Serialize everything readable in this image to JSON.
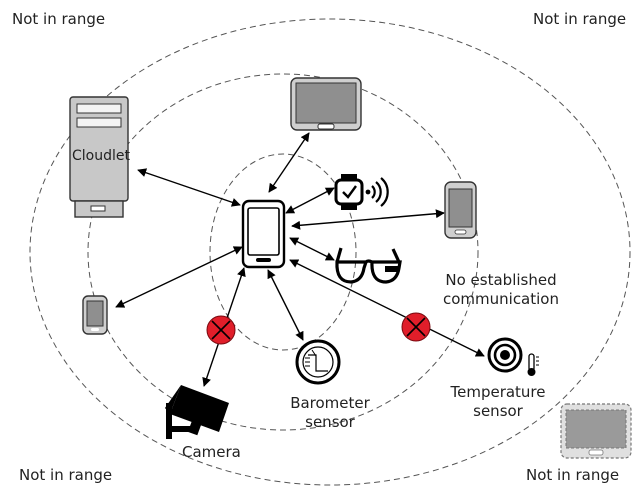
{
  "corner_labels": {
    "top_left": "Not in range",
    "top_right": "Not in range",
    "bottom_left": "Not in range",
    "bottom_right": "Not in range"
  },
  "devices": {
    "cloudlet": "Cloudlet",
    "camera": "Camera",
    "barometer_line1": "Barometer",
    "barometer_line2": "sensor",
    "temperature_line1": "Temperature",
    "temperature_line2": "sensor"
  },
  "annotation": {
    "line1": "No established",
    "line2": "communication"
  },
  "icons": [
    "smartphone-icon",
    "server-icon",
    "laptop-icon",
    "tablet-icon",
    "smartwatch-icon",
    "smart-glasses-icon",
    "security-camera-icon",
    "barometer-icon",
    "temperature-sensor-icon",
    "blocked-link-icon"
  ],
  "colors": {
    "blocked": "#e01e2a",
    "line": "#000000",
    "device_gray": "#9a9a9a",
    "screen_gray": "#8f8f8f"
  }
}
